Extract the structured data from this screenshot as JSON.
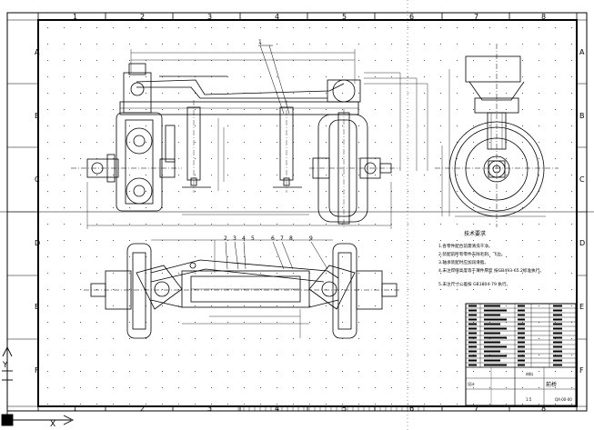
{
  "grid": {
    "columns": [
      "1",
      "2",
      "3",
      "4",
      "5",
      "6",
      "7",
      "8"
    ],
    "rows": [
      "A",
      "B",
      "C",
      "D",
      "E",
      "F"
    ]
  },
  "notes": {
    "heading": "技术要求",
    "items": [
      "1.各零件配合前需清洗干净。",
      "2.装配前所有零件去除毛刺、飞边。",
      "3.轴承装配时应加润滑脂。",
      "4.未注焊缝高度等于薄件厚度 按GB493-65.2标准执行。",
      "5.未注尺寸公差按 GB1804-79 执行。"
    ]
  },
  "views": {
    "side_view": "side-elevation",
    "end_view": "wheel-end-view",
    "plan_view": "plan-view"
  },
  "title_block": {
    "title": "前桥",
    "drawing_no": "QX-00-00",
    "scale": "1:5",
    "designer": "设计",
    "material": "材料"
  },
  "balloons": [
    "1",
    "2",
    "3",
    "4",
    "5",
    "6",
    "7",
    "8",
    "9"
  ],
  "ucs": {
    "x": "X",
    "y": "Y"
  },
  "colors": {
    "ink": "#000000",
    "paper": "#ffffff",
    "grid_dot": "#555555"
  }
}
